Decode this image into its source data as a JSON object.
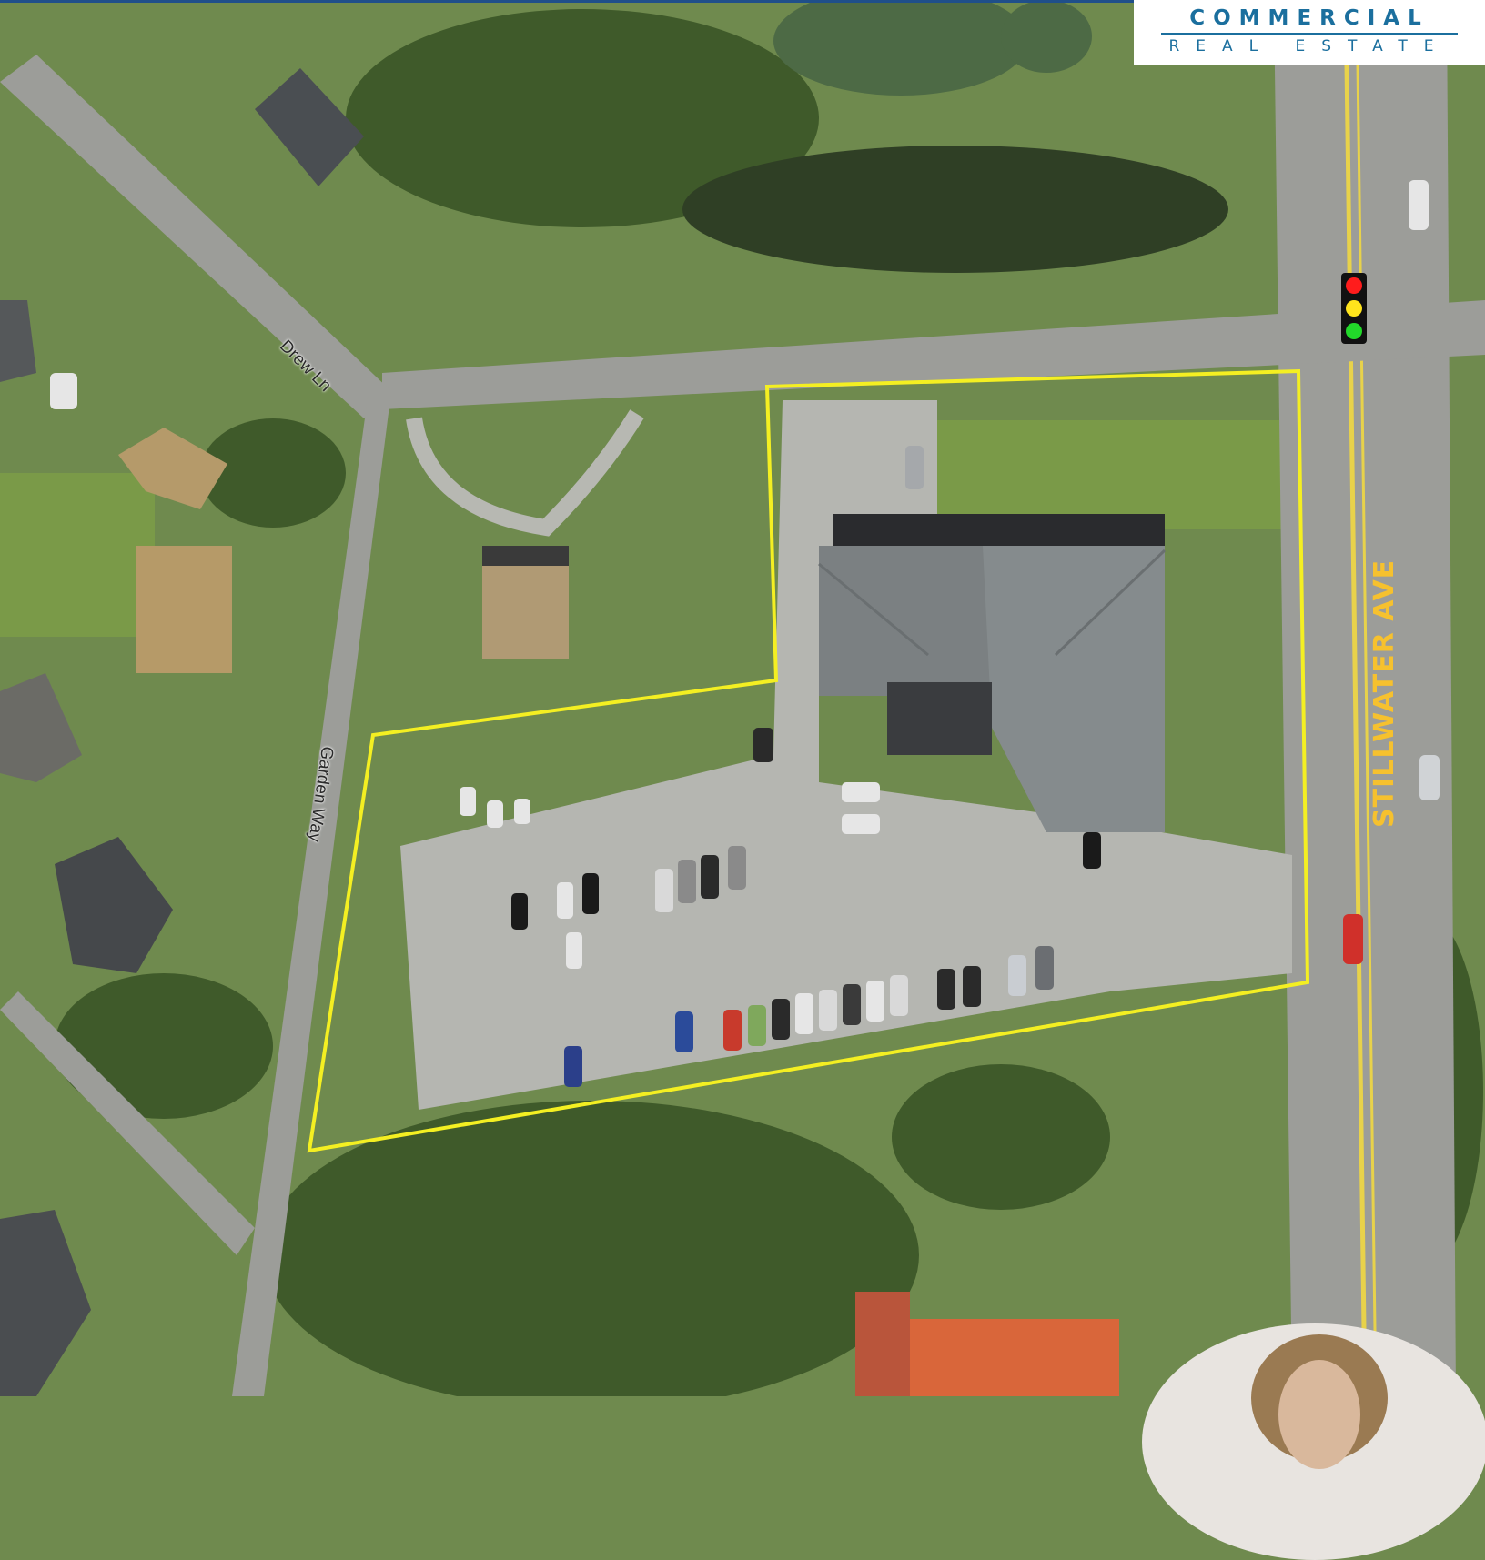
{
  "logo": {
    "line1": "COMMERCIAL",
    "line2": "REAL ESTATE",
    "color": "#1b6f9e"
  },
  "labels": {
    "drew_ln": "Drew Ln",
    "garden_way": "Garden Way",
    "stillwater_ave": "STILLWATER     AVE"
  },
  "colors": {
    "boundary": "#f4ef22",
    "street_label": "#f6c12e",
    "road": "#9c9d99",
    "parking": "#b5b6b1"
  },
  "icons": {
    "traffic_light": "traffic-light-icon",
    "agent_photo": "avatar"
  }
}
